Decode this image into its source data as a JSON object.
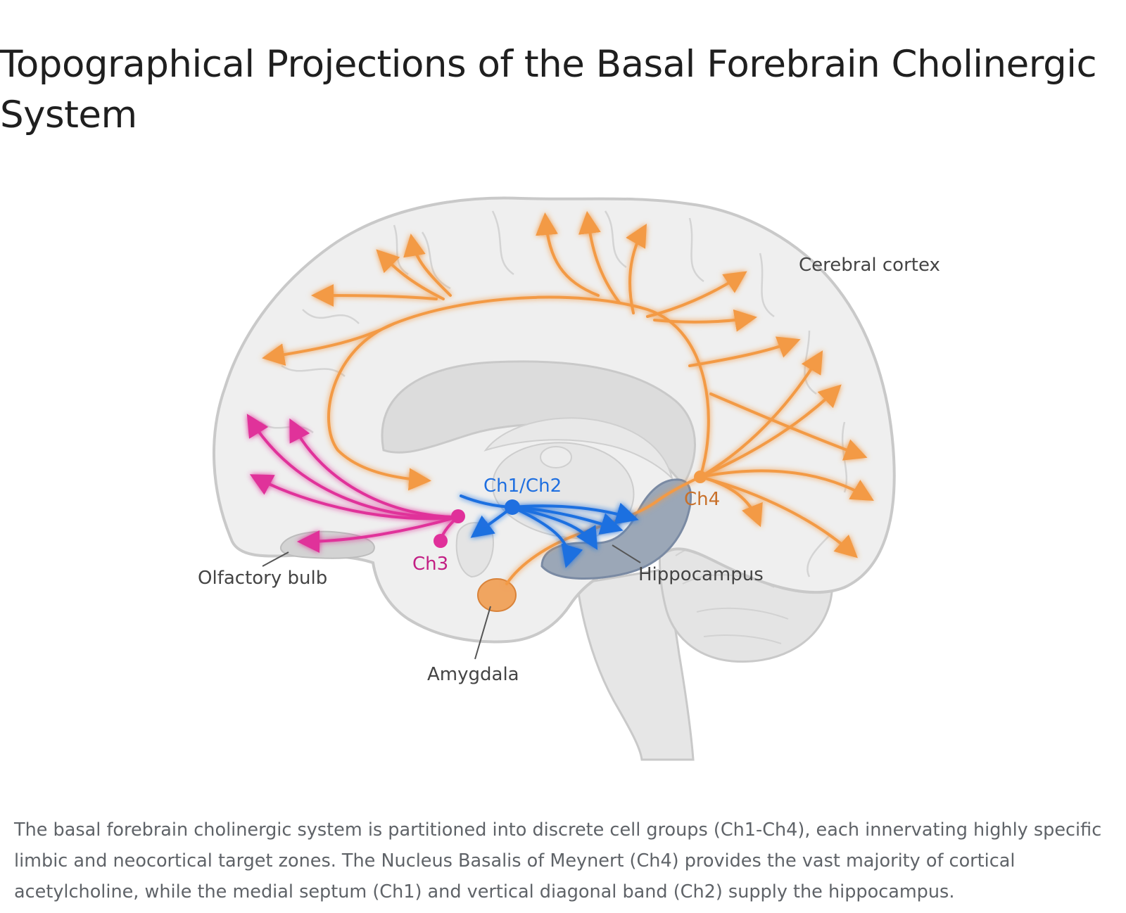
{
  "title": "Topographical Projections of the Basal Forebrain Cholinergic System",
  "labels": {
    "cerebral_cortex": "Cerebral cortex",
    "ch1_ch2": "Ch1/Ch2",
    "ch3": "Ch3",
    "ch4": "Ch4",
    "olfactory_bulb": "Olfactory bulb",
    "hippocampus": "Hippocampus",
    "amygdala": "Amygdala"
  },
  "caption": "The basal forebrain cholinergic system is partitioned into discrete cell groups (Ch1-Ch4), each innervating highly specific limbic and neocortical target zones. The Nucleus Basalis of Meynert (Ch4) provides the vast majority of cortical acetylcholine, while the medial septum (Ch1) and vertical diagonal band (Ch2) supply the hippocampus.",
  "colors": {
    "ch4_orange": "#f39a45",
    "ch1_ch2_blue": "#1f6fe0",
    "ch3_magenta": "#e0309a",
    "brain_fill": "#efefef",
    "brain_outline": "#c9c9c9",
    "hippocampus_fill": "#9ba7b7"
  }
}
